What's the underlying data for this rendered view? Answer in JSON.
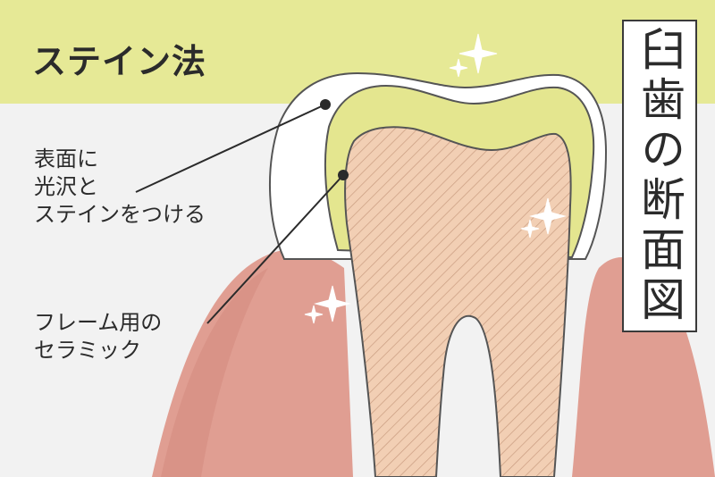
{
  "title": "ステイン法",
  "side_title": "臼歯の断面図",
  "labels": {
    "stain": [
      "表面に",
      "光沢と",
      "ステインをつける"
    ],
    "ceramic": [
      "フレーム用の",
      "セラミック"
    ]
  },
  "colors": {
    "header_band": "#e6e996",
    "background": "#f2f2f2",
    "gum": "#e09e92",
    "gum_shadow": "#d38c80",
    "crown_yellow": "#e4e68f",
    "dentin": "#f2cfb4",
    "hatch": "#c99c80",
    "crown_shell": "#ffffff",
    "outline": "#555555"
  },
  "icons": [
    "sparkle-icon",
    "pointer-dot-icon"
  ]
}
